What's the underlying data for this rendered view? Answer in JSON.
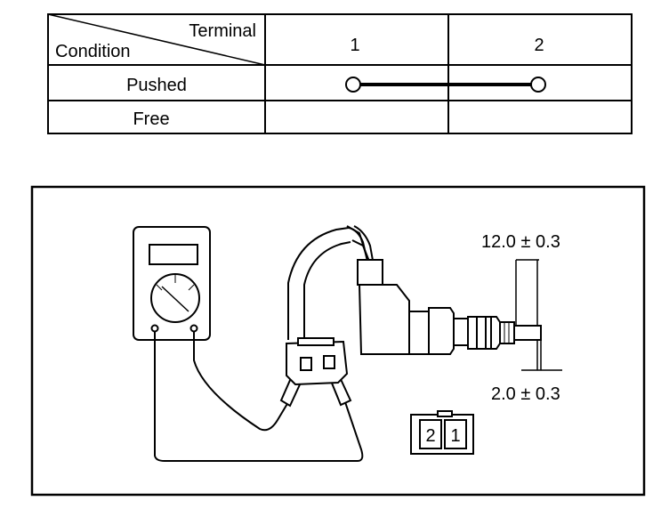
{
  "table": {
    "header_terminal": "Terminal",
    "header_condition": "Condition",
    "columns": [
      "1",
      "2"
    ],
    "rows": [
      {
        "label": "Pushed",
        "continuity": true
      },
      {
        "label": "Free",
        "continuity": false
      }
    ]
  },
  "diagram": {
    "dim_top": "12.0 ± 0.3",
    "dim_bottom": "2.0 ± 0.3",
    "connector_pins": [
      "2",
      "1"
    ]
  }
}
